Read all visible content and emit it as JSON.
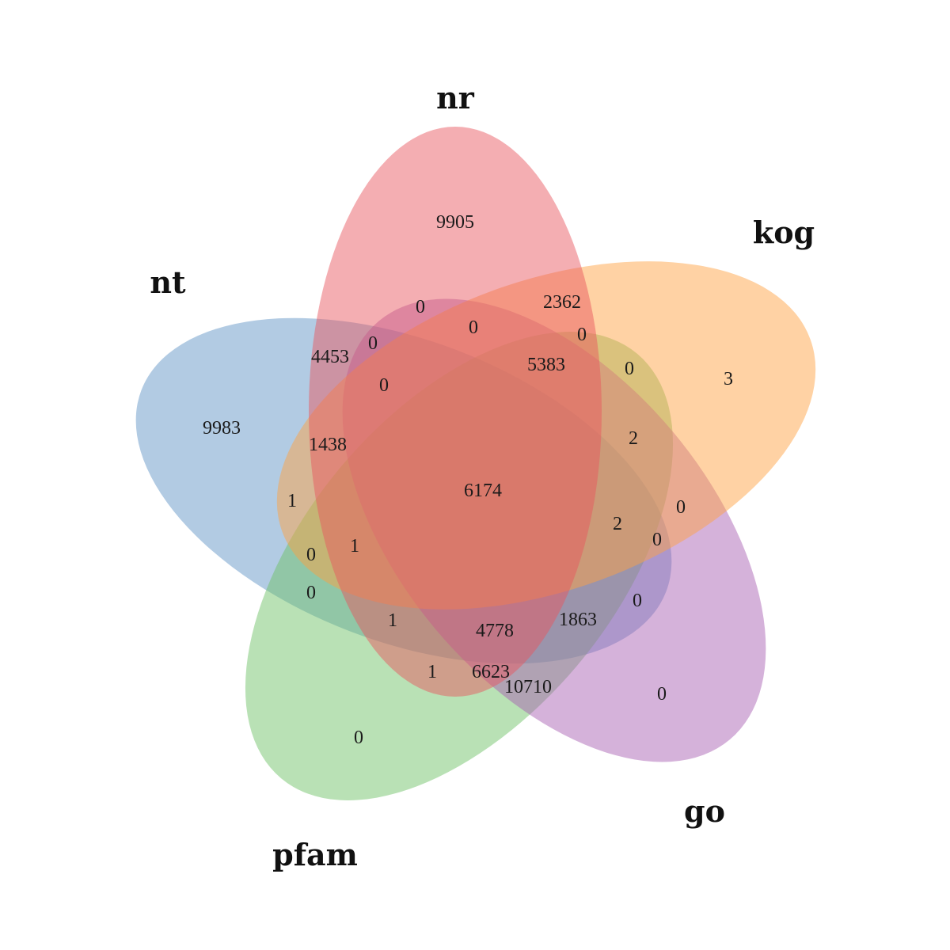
{
  "sets": [
    {
      "name": "nr",
      "color": "#e8565e"
    },
    {
      "name": "kog",
      "color": "#ffa040"
    },
    {
      "name": "go",
      "color": "#a75fb2"
    },
    {
      "name": "pfam",
      "color": "#6cc064"
    },
    {
      "name": "nt",
      "color": "#5f92c5"
    }
  ],
  "regions": [
    {
      "sets": [
        "nr"
      ],
      "count": "9905"
    },
    {
      "sets": [
        "kog"
      ],
      "count": "3"
    },
    {
      "sets": [
        "go"
      ],
      "count": "0"
    },
    {
      "sets": [
        "pfam"
      ],
      "count": "0"
    },
    {
      "sets": [
        "nt"
      ],
      "count": "9983"
    },
    {
      "sets": [
        "nr",
        "kog"
      ],
      "count": "2362"
    },
    {
      "sets": [
        "nr",
        "go"
      ],
      "count": "0"
    },
    {
      "sets": [
        "nr",
        "pfam"
      ],
      "count": "0"
    },
    {
      "sets": [
        "nr",
        "nt"
      ],
      "count": "4453"
    },
    {
      "sets": [
        "kog",
        "go"
      ],
      "count": "0"
    },
    {
      "sets": [
        "kog",
        "pfam"
      ],
      "count": "2"
    },
    {
      "sets": [
        "kog",
        "nt"
      ],
      "count": "1"
    },
    {
      "sets": [
        "go",
        "pfam"
      ],
      "count": "10710"
    },
    {
      "sets": [
        "go",
        "nt"
      ],
      "count": "0"
    },
    {
      "sets": [
        "pfam",
        "nt"
      ],
      "count": "0"
    },
    {
      "sets": [
        "nr",
        "kog",
        "go"
      ],
      "count": "0"
    },
    {
      "sets": [
        "nr",
        "go",
        "nt"
      ],
      "count": "0"
    },
    {
      "sets": [
        "nr",
        "kog",
        "nt"
      ],
      "count": "1438"
    },
    {
      "sets": [
        "kog",
        "go",
        "pfam"
      ],
      "count": "0"
    },
    {
      "sets": [
        "kog",
        "pfam",
        "nt"
      ],
      "count": "0"
    },
    {
      "sets": [
        "nr",
        "kog",
        "go",
        "pfam"
      ],
      "count": "5383"
    },
    {
      "sets": [
        "nr",
        "go",
        "pfam"
      ],
      "count": "2"
    },
    {
      "sets": [
        "nr",
        "pfam",
        "nt"
      ],
      "count": "1"
    },
    {
      "sets": [
        "kog",
        "go",
        "nt"
      ],
      "count": "0"
    },
    {
      "sets": [
        "go",
        "pfam",
        "nt"
      ],
      "count": "1863"
    },
    {
      "sets": [
        "nr",
        "kog",
        "go",
        "nt"
      ],
      "count": "0"
    },
    {
      "sets": [
        "nr",
        "go",
        "pfam",
        "nt"
      ],
      "count": "4778"
    },
    {
      "sets": [
        "nr",
        "kog",
        "pfam",
        "nt"
      ],
      "count": "1"
    },
    {
      "sets": [
        "kog",
        "go",
        "pfam",
        "nt"
      ],
      "count": "1"
    },
    {
      "sets": [
        "nr",
        "pfam"
      ],
      "count": "6623"
    },
    {
      "sets": [
        "nr",
        "kog",
        "go",
        "pfam",
        "nt"
      ],
      "count": "6174"
    }
  ]
}
